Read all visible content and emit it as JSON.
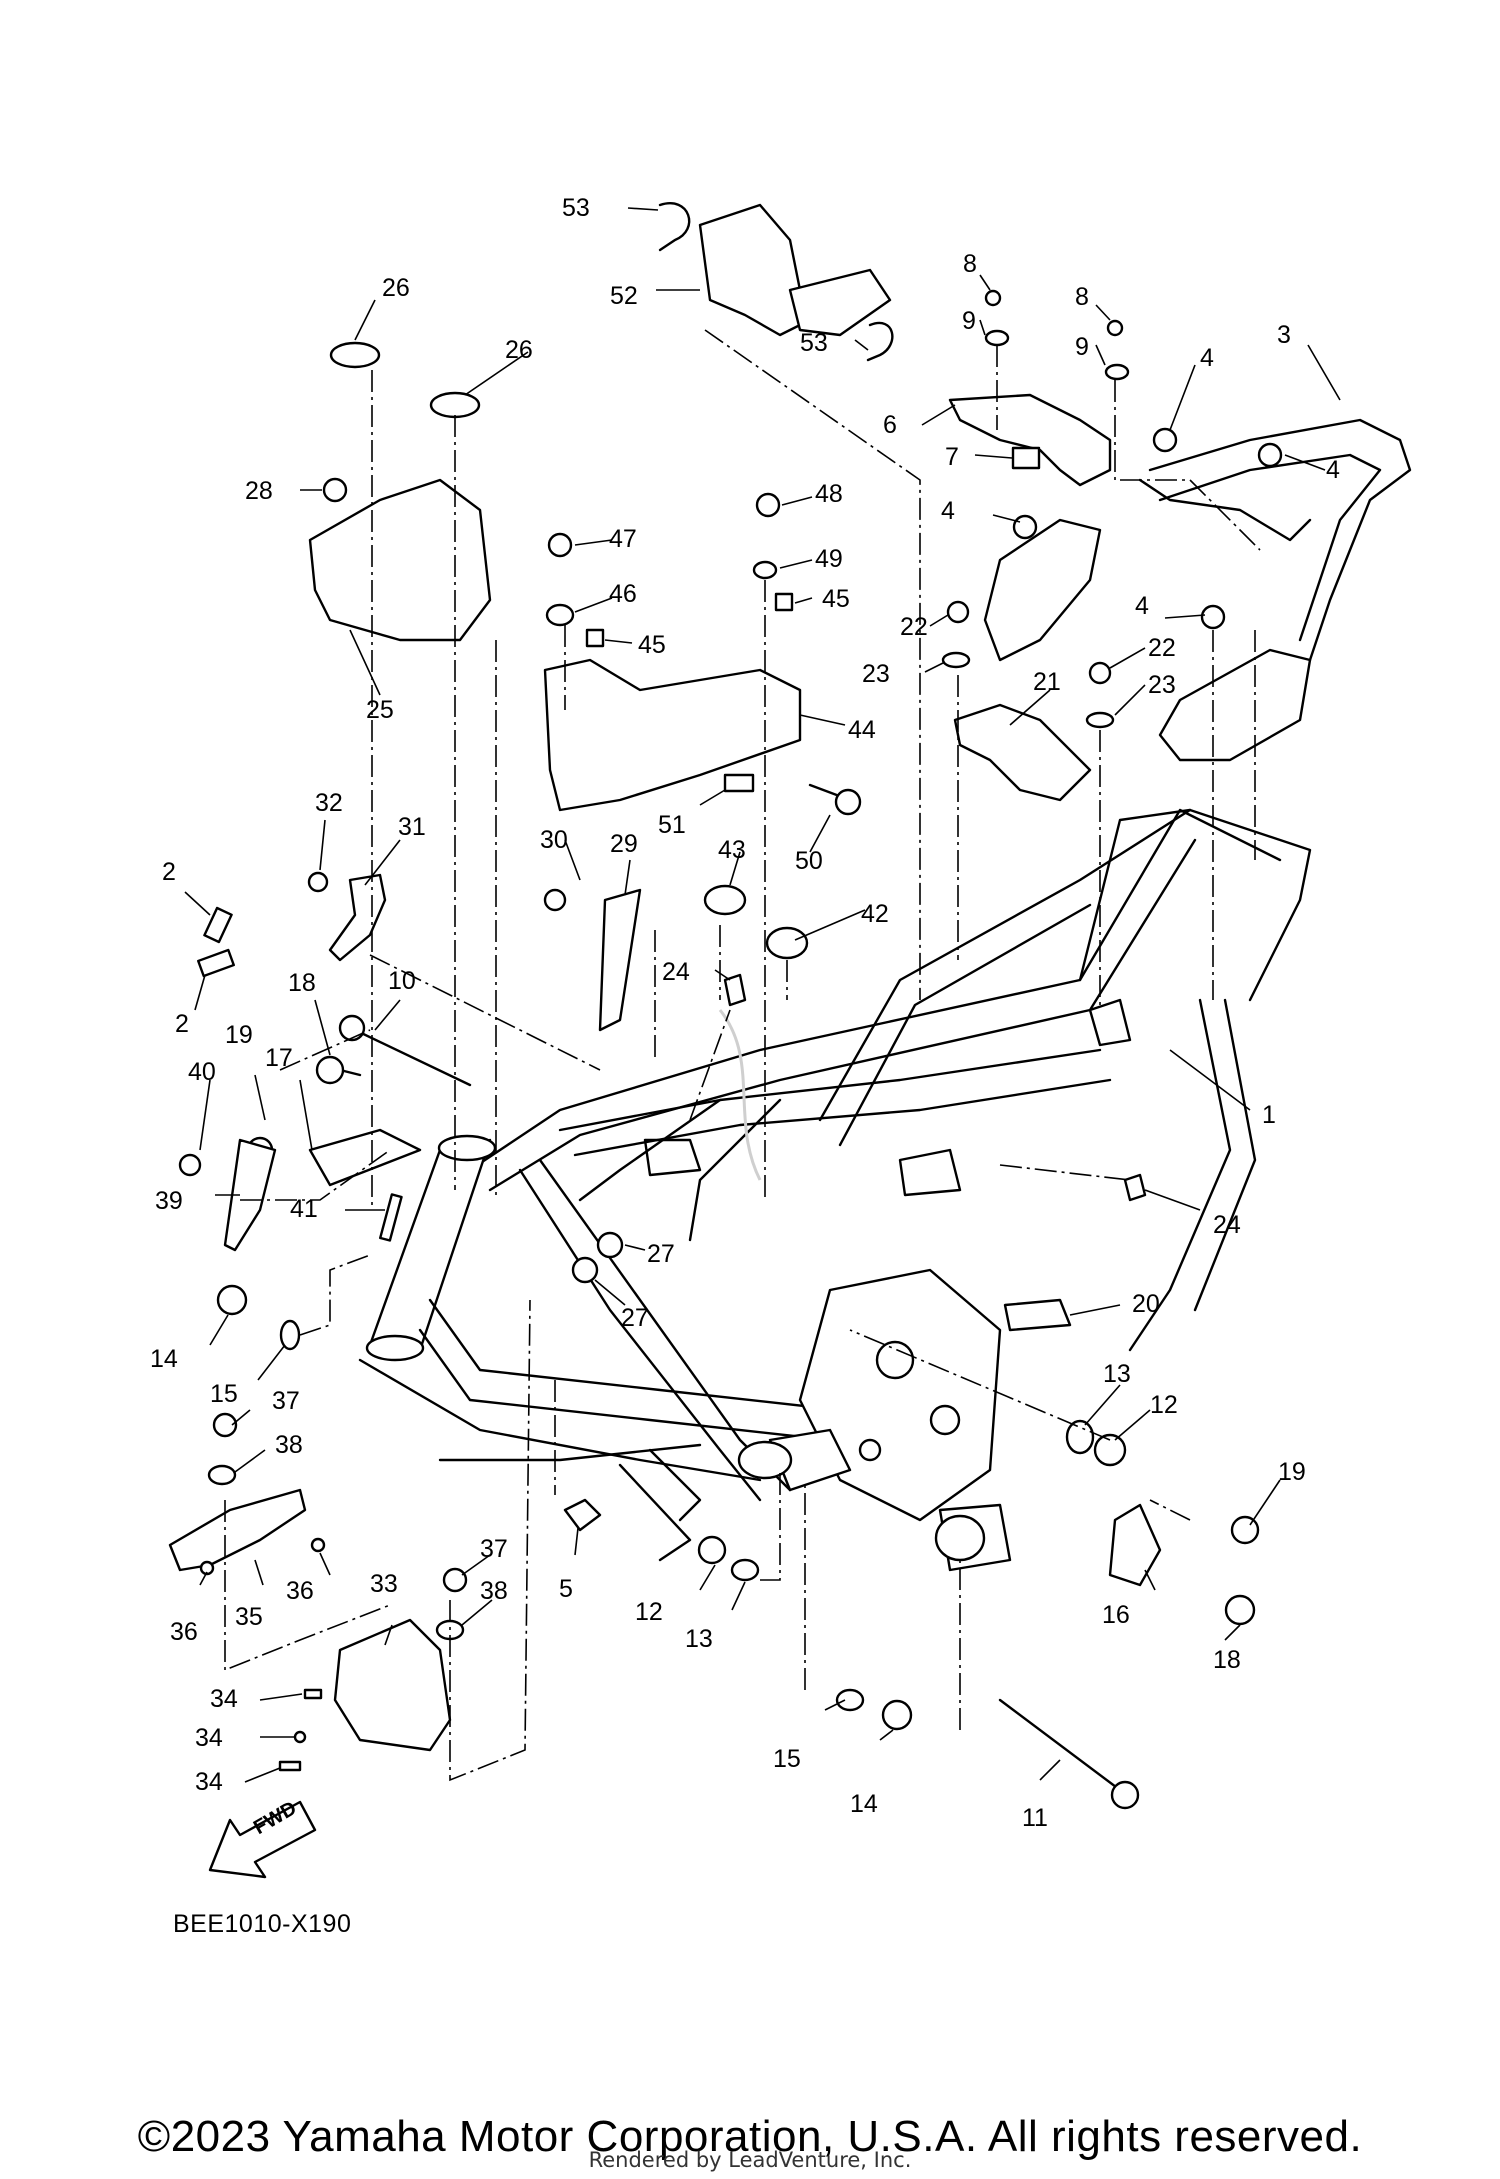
{
  "diagram": {
    "code": "BEE1010-X190",
    "direction_marker": "FWD",
    "copyright": "©2023 Yamaha Motor Corporation, U.S.A. All rights reserved.",
    "rendered_by": "Rendered by LeadVenture, Inc."
  },
  "callouts": [
    "1",
    "2",
    "2",
    "3",
    "4",
    "4",
    "4",
    "4",
    "5",
    "6",
    "7",
    "8",
    "8",
    "9",
    "9",
    "10",
    "11",
    "12",
    "12",
    "13",
    "13",
    "14",
    "14",
    "15",
    "15",
    "16",
    "17",
    "18",
    "18",
    "19",
    "19",
    "20",
    "21",
    "22",
    "22",
    "23",
    "23",
    "24",
    "24",
    "25",
    "26",
    "26",
    "27",
    "27",
    "28",
    "29",
    "30",
    "31",
    "32",
    "33",
    "34",
    "34",
    "34",
    "35",
    "36",
    "36",
    "37",
    "37",
    "38",
    "38",
    "39",
    "40",
    "41",
    "42",
    "43",
    "44",
    "45",
    "45",
    "46",
    "47",
    "48",
    "49",
    "50",
    "51",
    "52",
    "53",
    "53"
  ],
  "icons": [
    "fwd-arrow-icon"
  ]
}
